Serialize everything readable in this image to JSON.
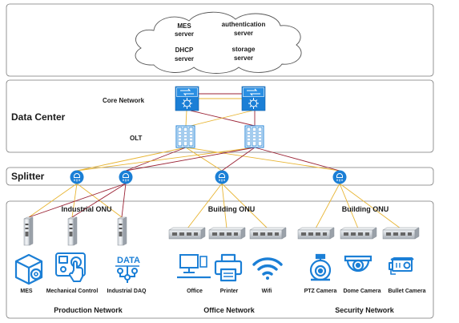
{
  "cloud": {
    "mes": [
      "MES",
      "server"
    ],
    "auth": [
      "authentication",
      "server"
    ],
    "dhcp": [
      "DHCP",
      "server"
    ],
    "storage": [
      "storage",
      "server"
    ]
  },
  "datacenter": {
    "title": "Data Center",
    "core_label": "Core Network",
    "olt_label": "OLT"
  },
  "splitter": {
    "title": "Splitter"
  },
  "groups": {
    "industrial_onu": "Industrial ONU",
    "building_onu_office": "Building ONU",
    "building_onu_security": "Building ONU"
  },
  "devices": {
    "mes": "MES",
    "mech": "Mechanical Control",
    "daq": "Industrial DAQ",
    "daq_badge": "DATA",
    "office": "Office",
    "printer": "Printer",
    "wifi": "Wifi",
    "ptz": "PTZ Camera",
    "dome": "Dome Camera",
    "bullet": "Bullet Camera"
  },
  "networks": {
    "production": "Production Network",
    "office": "Office Network",
    "security": "Security Network"
  },
  "colors": {
    "icon_blue": "#1b7fd6",
    "link_yellow": "#e8b533",
    "link_red": "#9b2335",
    "frame": "#7a7a7a"
  }
}
